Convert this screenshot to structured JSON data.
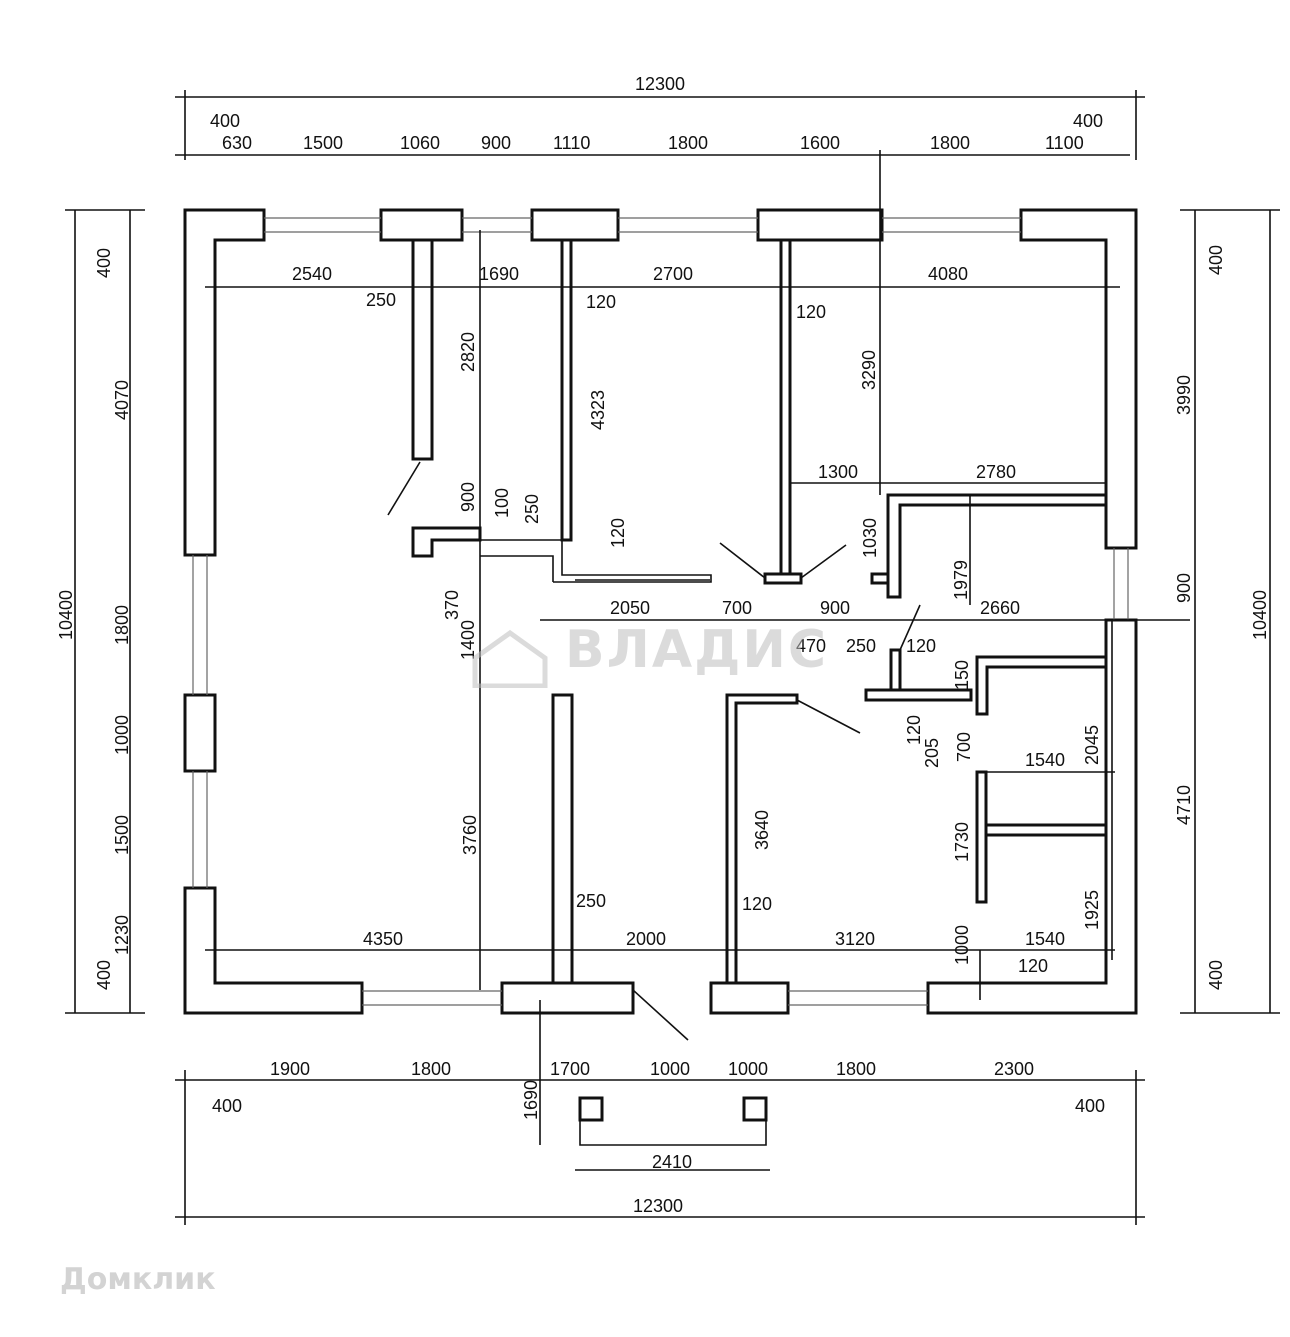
{
  "dims": {
    "overall_top": "12300",
    "overall_bottom": "12300",
    "overall_left": "10400",
    "overall_right": "10400",
    "top_chain": [
      "400",
      "630",
      "1500",
      "1060",
      "900",
      "1110",
      "1800",
      "1600",
      "1800",
      "1100",
      "400"
    ],
    "bottom_chain": [
      "400",
      "1900",
      "1800",
      "1700",
      "1000",
      "1000",
      "1800",
      "2300",
      "400"
    ],
    "left_chain": [
      "400",
      "4070",
      "1800",
      "1000",
      "1500",
      "1230",
      "400"
    ],
    "right_chain": [
      "400",
      "3990",
      "900",
      "4710",
      "400"
    ],
    "porch_depth": "1690",
    "porch_width": "2410",
    "room_tl_width": "2540",
    "wall_250_a": "250",
    "dim_1690": "1690",
    "wall_120_a": "120",
    "room_mid_width": "2700",
    "wall_120_b": "120",
    "room_tr_width": "4080",
    "h_2820": "2820",
    "h_4323": "4323",
    "h_3290": "3290",
    "door_900_a": "900",
    "wall_100": "100",
    "wall_250_b": "250",
    "wall_120_c": "120",
    "dim_370": "370",
    "dim_1400": "1400",
    "hall_2050": "2050",
    "door_700_a": "700",
    "door_900_b": "900",
    "dim_470": "470",
    "wall_250_c": "250",
    "wall_120_d": "120",
    "w_1300": "1300",
    "w_2780": "2780",
    "h_1030": "1030",
    "h_1979": "1979",
    "w_2660": "2660",
    "dim_150": "150",
    "wall_120_e": "120",
    "dim_205": "205",
    "door_700_b": "700",
    "h_2045": "2045",
    "w_1540_a": "1540",
    "h_1730": "1730",
    "h_3760": "3760",
    "h_3640": "3640",
    "wall_250_d": "250",
    "wall_120_f": "120",
    "w_4350": "4350",
    "w_2000": "2000",
    "w_3120": "3120",
    "dim_1000": "1000",
    "w_1540_b": "1540",
    "wall_120_g": "120",
    "h_1925": "1925"
  },
  "watermarks": {
    "vladis": "ВЛАДИС",
    "domclick": "Домклик"
  },
  "colors": {
    "line": "#111111",
    "watermark": "#bebebe",
    "accent_marks": "#d03030"
  }
}
